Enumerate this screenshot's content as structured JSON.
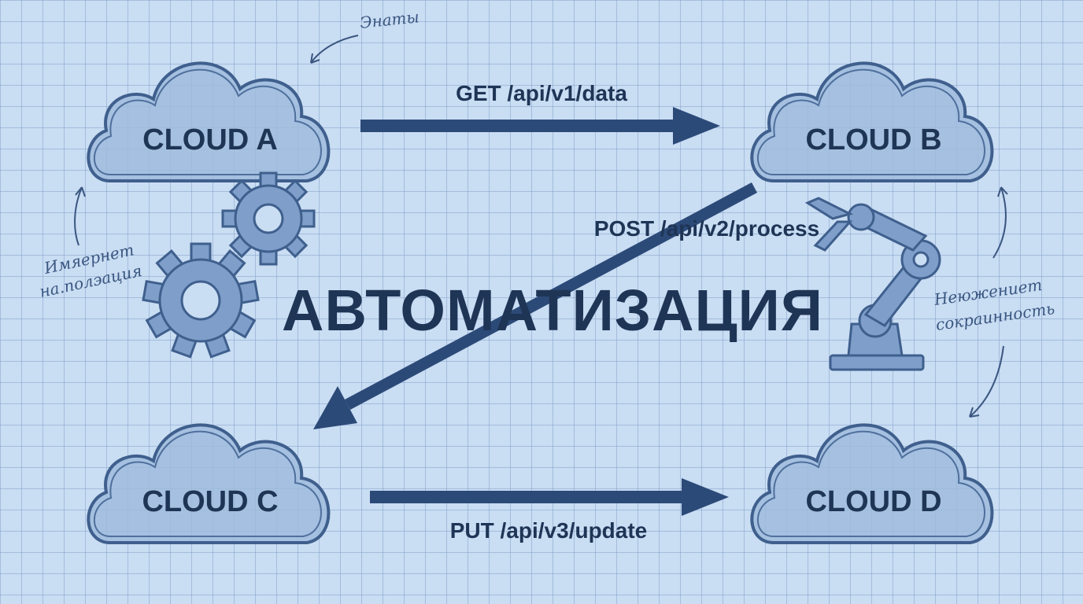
{
  "title": "АВТОМАТИЗАЦИЯ",
  "clouds": {
    "a": {
      "label": "CLOUD A"
    },
    "b": {
      "label": "CLOUD B"
    },
    "c": {
      "label": "CLOUD C"
    },
    "d": {
      "label": "CLOUD D"
    }
  },
  "edges": [
    {
      "from": "CLOUD A",
      "to": "CLOUD B",
      "label": "GET /api/v1/data"
    },
    {
      "from": "CLOUD B",
      "to": "CLOUD C",
      "label": "POST /api/v2/process"
    },
    {
      "from": "CLOUD C",
      "to": "CLOUD D",
      "label": "PUT /api/v3/update"
    }
  ],
  "notes": {
    "top": "Энаты",
    "left_line1": "Имяернет",
    "left_line2": "на.полэация",
    "right_line1": "Неюжениет",
    "right_line2": "сокраинность"
  },
  "icons": [
    "gear-icon",
    "gear-icon",
    "robot-arm-icon"
  ],
  "colors": {
    "background": "#c9ddf3",
    "cloud_fill": "#9fbbdc",
    "arrow": "#2c4a78",
    "text": "#1f3556"
  }
}
